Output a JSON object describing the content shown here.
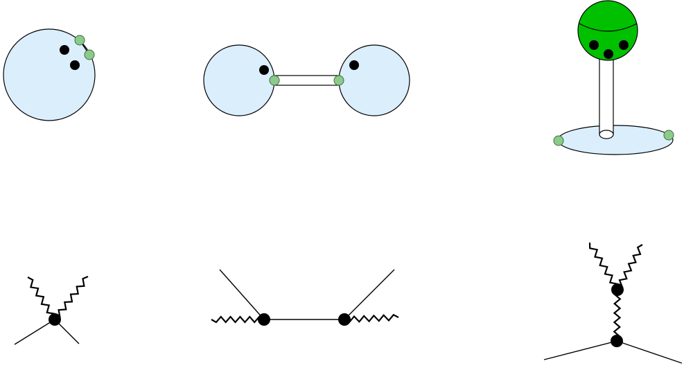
{
  "colors": {
    "sheet_fill": "#dbeefc",
    "stroke": "#000000",
    "boundary_point": "#8cca8c",
    "cap_fill": "#00c000",
    "insertion_point": "#000000"
  },
  "panels": [
    {
      "name": "disk-with-two-boundary-insertions",
      "shape": "disk",
      "interior_points": 2,
      "boundary_points": 2
    },
    {
      "name": "two-disks-joined-by-strip",
      "shape": "disk-strip-disk",
      "interior_points": 2,
      "boundary_points": 2
    },
    {
      "name": "disk-with-tube-to-sphere",
      "shape": "disk-tube-sphere",
      "interior_points": 3,
      "boundary_points": 2
    },
    {
      "name": "quartic-contact-vertex",
      "shape": "feynman-vertex",
      "wavy_legs": 2,
      "straight_legs": 2,
      "vertices": 1
    },
    {
      "name": "two-cubic-vertices-exchange",
      "shape": "feynman-exchange",
      "wavy_legs": 2,
      "straight_legs": 2,
      "vertices": 2
    },
    {
      "name": "graviton-exchange-t-channel",
      "shape": "feynman-t-channel",
      "wavy_legs": 3,
      "straight_legs": 2,
      "vertices": 2
    }
  ]
}
